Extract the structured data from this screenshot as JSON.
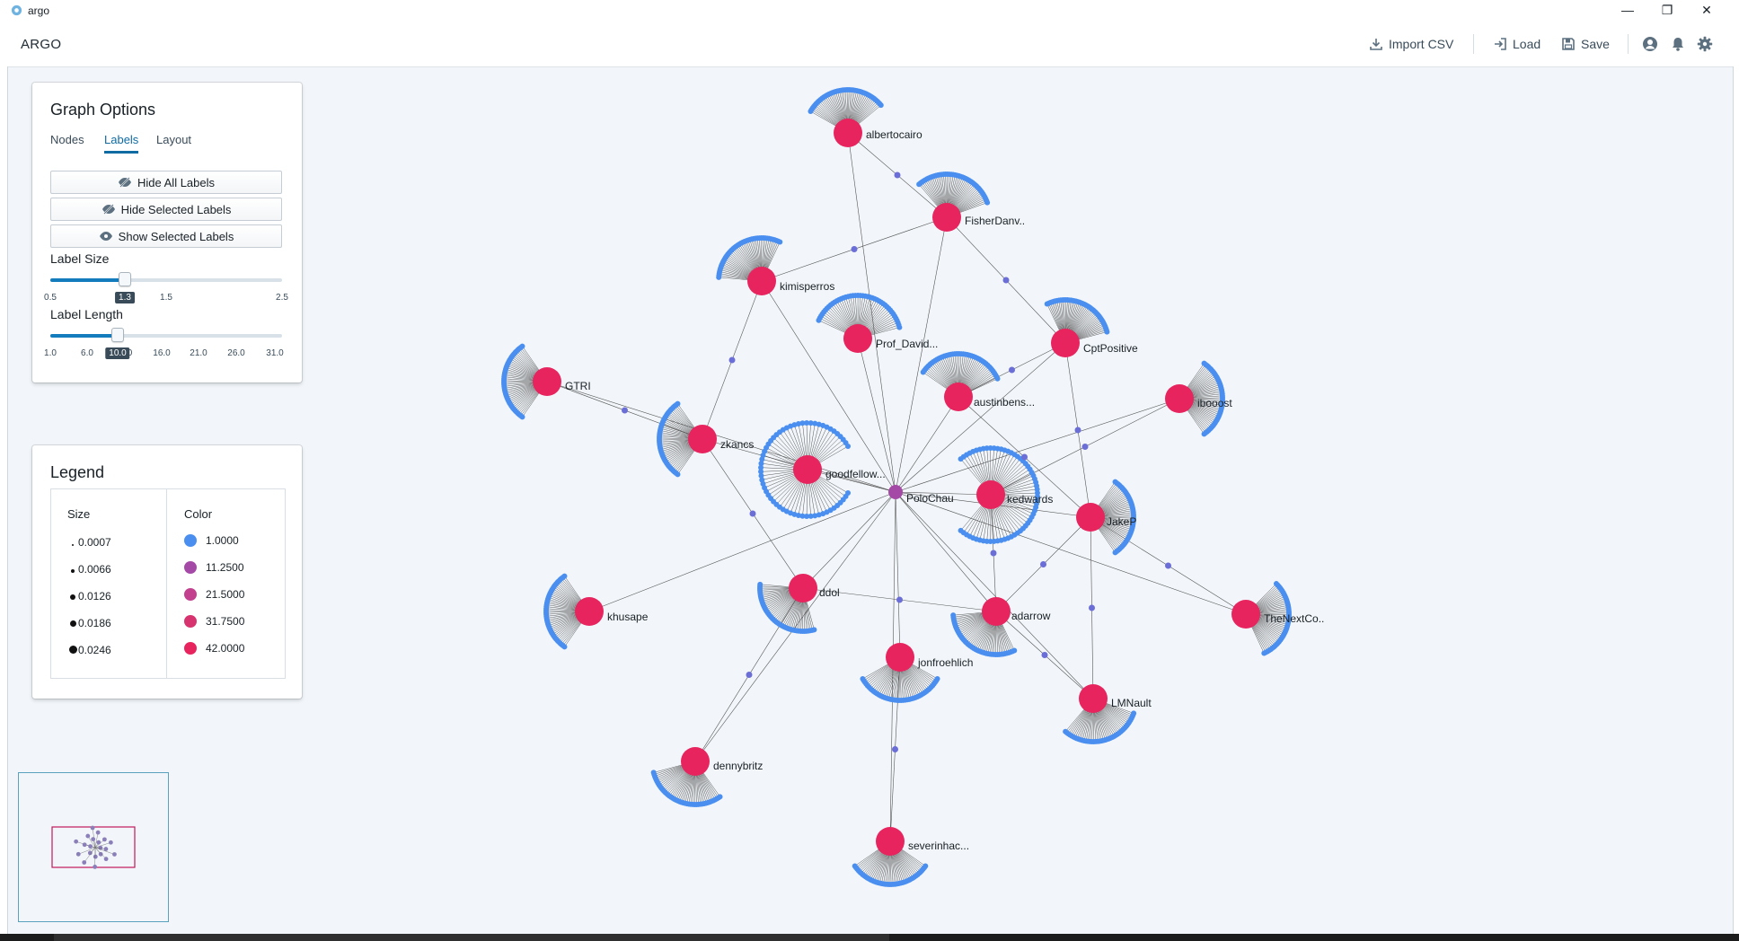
{
  "window": {
    "title": "argo",
    "minimize": "—",
    "maximize": "❐",
    "close": "✕"
  },
  "toolbar": {
    "brand": "ARGO",
    "import_label": "Import CSV",
    "load_label": "Load",
    "save_label": "Save",
    "icons": [
      "user-icon",
      "bell-icon",
      "gear-icon"
    ]
  },
  "graph_options": {
    "title": "Graph Options",
    "tabs": [
      "Nodes",
      "Labels",
      "Layout"
    ],
    "active_tab": "Labels",
    "buttons": {
      "hide_all": "Hide All Labels",
      "hide_selected": "Hide Selected Labels",
      "show_selected": "Show Selected Labels"
    },
    "label_size": {
      "label": "Label Size",
      "value": "1.3",
      "fraction": 0.32,
      "ticks": [
        "0.5",
        "1.5",
        "2.5"
      ]
    },
    "label_length": {
      "label": "Label Length",
      "value": "10.0",
      "fraction": 0.29,
      "ticks": [
        "1.0",
        "6.0",
        "11.0",
        "16.0",
        "21.0",
        "26.0",
        "31.0"
      ]
    }
  },
  "legend": {
    "title": "Legend",
    "size_header": "Size",
    "color_header": "Color",
    "sizes": [
      "0.0007",
      "0.0066",
      "0.0126",
      "0.0186",
      "0.0246"
    ],
    "colors": [
      {
        "label": "1.0000",
        "color": "#4a8ff0"
      },
      {
        "label": "11.2500",
        "color": "#a44aa6"
      },
      {
        "label": "21.5000",
        "color": "#c2408e"
      },
      {
        "label": "31.7500",
        "color": "#d6336f"
      },
      {
        "label": "42.0000",
        "color": "#e8245f"
      }
    ]
  },
  "graph": {
    "node_color": "#e8245f",
    "leaf_color": "#4a8ff0",
    "mid_color": "#6a6ed6",
    "hub": {
      "label": "PoloChau"
    },
    "nodes": [
      {
        "id": "albertocairo",
        "label": "albertocairo"
      },
      {
        "id": "fisher",
        "label": "FisherDanv.."
      },
      {
        "id": "kimi",
        "label": "kimisperros"
      },
      {
        "id": "prof",
        "label": "Prof_David..."
      },
      {
        "id": "cpt",
        "label": "CptPositive"
      },
      {
        "id": "austin",
        "label": "austinbens..."
      },
      {
        "id": "ib",
        "label": "ibooost"
      },
      {
        "id": "gtri",
        "label": "GTRI"
      },
      {
        "id": "zkancs",
        "label": "zkancs"
      },
      {
        "id": "good",
        "label": "goodfellow..."
      },
      {
        "id": "kedwards",
        "label": "kedwards"
      },
      {
        "id": "jakep",
        "label": "JakeP"
      },
      {
        "id": "khusape",
        "label": "khusape"
      },
      {
        "id": "ddol",
        "label": "ddol"
      },
      {
        "id": "adarrow",
        "label": "adarrow"
      },
      {
        "id": "next",
        "label": "TheNextCo.."
      },
      {
        "id": "jon",
        "label": "jonfroehlich"
      },
      {
        "id": "lmn",
        "label": "LMNault"
      },
      {
        "id": "denn",
        "label": "dennybritz"
      },
      {
        "id": "sev",
        "label": "severinhac..."
      }
    ]
  }
}
